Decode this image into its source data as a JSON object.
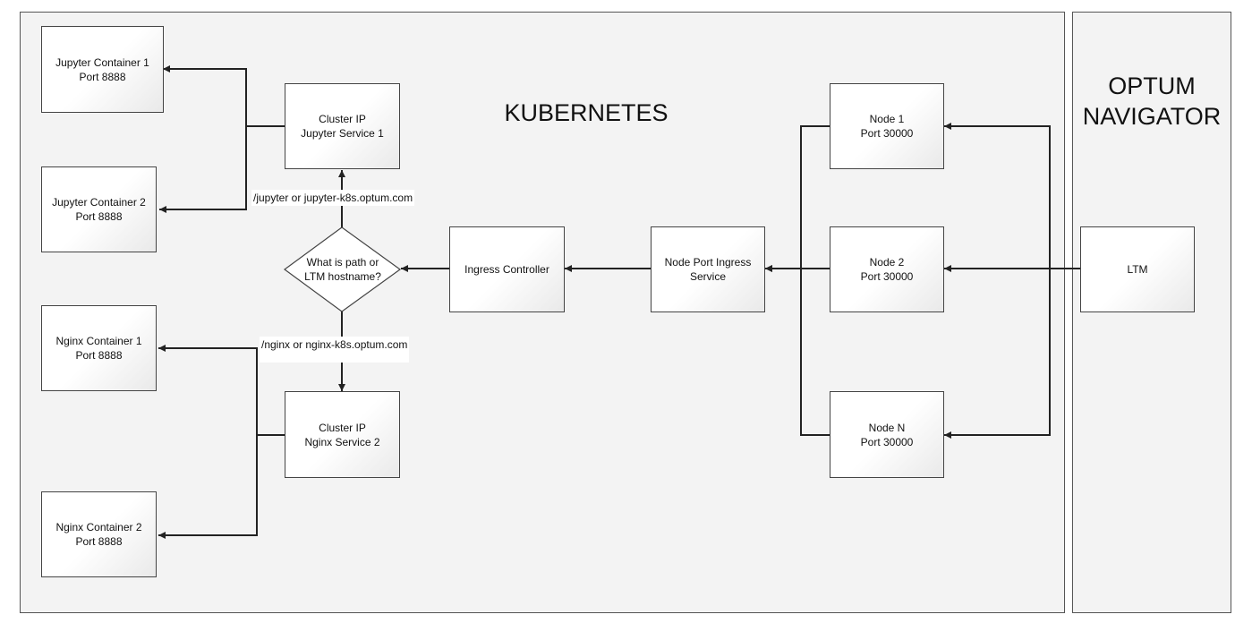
{
  "kubernetes": {
    "title": "KUBERNETES",
    "jupyter_container_1": {
      "line1": "Jupyter Container 1",
      "line2": "Port 8888"
    },
    "jupyter_container_2": {
      "line1": "Jupyter Container 2",
      "line2": "Port 8888"
    },
    "nginx_container_1": {
      "line1": "Nginx Container 1",
      "line2": "Port 8888"
    },
    "nginx_container_2": {
      "line1": "Nginx Container 2",
      "line2": "Port 8888"
    },
    "jupyter_service": {
      "line1": "Cluster IP",
      "line2": "Jupyter Service 1"
    },
    "nginx_service": {
      "line1": "Cluster IP",
      "line2": "Nginx Service 2"
    },
    "decision": {
      "line1": "What is path or",
      "line2": "LTM hostname?"
    },
    "ingress_controller": {
      "label": "Ingress Controller"
    },
    "node_port_service": {
      "line1": "Node Port Ingress",
      "line2": "Service"
    },
    "node_1": {
      "line1": "Node 1",
      "line2": "Port 30000"
    },
    "node_2": {
      "line1": "Node 2",
      "line2": "Port 30000"
    },
    "node_n": {
      "line1": "Node N",
      "line2": "Port 30000"
    },
    "jupyter_route_label": "/jupyter or jupyter-k8s.optum.com",
    "nginx_route_label": "/nginx or nginx-k8s.optum.com"
  },
  "optum": {
    "title_line1": "OPTUM",
    "title_line2": "NAVIGATOR",
    "ltm": {
      "label": "LTM"
    }
  }
}
